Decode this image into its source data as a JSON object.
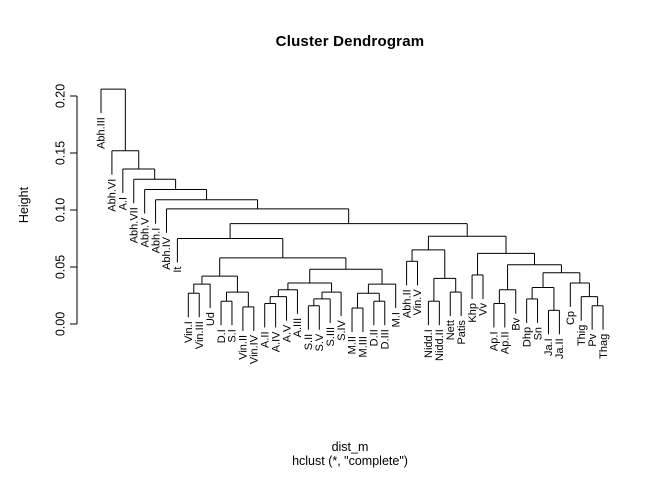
{
  "title": "Cluster Dendrogram",
  "x_axis_label": "dist_m",
  "x_axis_sublabel": "hclust (*, \"complete\")",
  "y_axis_label": "Height",
  "chart_data": {
    "type": "dendrogram",
    "title": "Cluster Dendrogram",
    "xlabel": "dist_m",
    "method_caption": "hclust (*, \"complete\")",
    "ylabel": "Height",
    "ylim": [
      0.0,
      0.21
    ],
    "y_ticks": [
      {
        "value": 0.0,
        "label": "0.00"
      },
      {
        "value": 0.05,
        "label": "0.05"
      },
      {
        "value": 0.1,
        "label": "0.10"
      },
      {
        "value": 0.15,
        "label": "0.15"
      },
      {
        "value": 0.2,
        "label": "0.20"
      }
    ],
    "grid": false,
    "line_color": "#000000",
    "leaves": [
      "Abh.III",
      "Abh.VI",
      "A.I",
      "Abh.VII",
      "Abh.V",
      "Abh.I",
      "Abh.IV",
      "It",
      "Vin.I",
      "Vin.III",
      "Ud",
      "D.I",
      "S.I",
      "Vin.II",
      "Vin.IV",
      "A.II",
      "A.IV",
      "A.V",
      "A.III",
      "S.II",
      "S.V",
      "S.III",
      "S.IV",
      "M.II",
      "M.III",
      "D.II",
      "D.III",
      "M.I",
      "Abh.II",
      "Vin.V",
      "Nidd.I",
      "Nidd.II",
      "Nett",
      "Patis",
      "Khp",
      "Vv",
      "Ap.I",
      "Ap.II",
      "Bv",
      "Dhp",
      "Sn",
      "Ja.I",
      "Ja.II",
      "Cp",
      "Thig",
      "Pv",
      "Thag"
    ],
    "tree": {
      "h": 0.206,
      "c": [
        "Abh.III",
        {
          "h": 0.152,
          "c": [
            "Abh.VI",
            {
              "h": 0.136,
              "c": [
                "A.I",
                {
                  "h": 0.127,
                  "c": [
                    "Abh.VII",
                    {
                      "h": 0.118,
                      "c": [
                        "Abh.V",
                        {
                          "h": 0.109,
                          "c": [
                            "Abh.I",
                            {
                              "h": 0.101,
                              "c": [
                                "Abh.IV",
                                {
                                  "h": 0.088,
                                  "c": [
                                    {
                                      "h": 0.075,
                                      "c": [
                                        "It",
                                        {
                                          "h": 0.058,
                                          "c": [
                                            {
                                              "h": 0.042,
                                              "c": [
                                                {
                                                  "h": 0.035,
                                                  "c": [
                                                    {
                                                      "h": 0.027,
                                                      "c": [
                                                        "Vin.I",
                                                        "Vin.III"
                                                      ]
                                                    },
                                                    "Ud"
                                                  ]
                                                },
                                                {
                                                  "h": 0.028,
                                                  "c": [
                                                    {
                                                      "h": 0.02,
                                                      "c": [
                                                        "D.I",
                                                        "S.I"
                                                      ]
                                                    },
                                                    {
                                                      "h": 0.015,
                                                      "c": [
                                                        "Vin.II",
                                                        "Vin.IV"
                                                      ]
                                                    }
                                                  ]
                                                }
                                              ]
                                            },
                                            {
                                              "h": 0.048,
                                              "c": [
                                                {
                                                  "h": 0.036,
                                                  "c": [
                                                    {
                                                      "h": 0.03,
                                                      "c": [
                                                        {
                                                          "h": 0.024,
                                                          "c": [
                                                            {
                                                              "h": 0.018,
                                                              "c": [
                                                                "A.II",
                                                                "A.IV"
                                                              ]
                                                            },
                                                            "A.V"
                                                          ]
                                                        },
                                                        "A.III"
                                                      ]
                                                    },
                                                    {
                                                      "h": 0.028,
                                                      "c": [
                                                        {
                                                          "h": 0.022,
                                                          "c": [
                                                            {
                                                              "h": 0.016,
                                                              "c": [
                                                                "S.II",
                                                                "S.V"
                                                              ]
                                                            },
                                                            "S.III"
                                                          ]
                                                        },
                                                        "S.IV"
                                                      ]
                                                    }
                                                  ]
                                                },
                                                {
                                                  "h": 0.035,
                                                  "c": [
                                                    {
                                                      "h": 0.027,
                                                      "c": [
                                                        {
                                                          "h": 0.014,
                                                          "c": [
                                                            "M.II",
                                                            "M.III"
                                                          ]
                                                        },
                                                        {
                                                          "h": 0.02,
                                                          "c": [
                                                            "D.II",
                                                            "D.III"
                                                          ]
                                                        }
                                                      ]
                                                    },
                                                    "M.I"
                                                  ]
                                                }
                                              ]
                                            }
                                          ]
                                        }
                                      ]
                                    },
                                    {
                                      "h": 0.077,
                                      "c": [
                                        {
                                          "h": 0.065,
                                          "c": [
                                            {
                                              "h": 0.055,
                                              "c": [
                                                "Abh.II",
                                                "Vin.V"
                                              ]
                                            },
                                            {
                                              "h": 0.04,
                                              "c": [
                                                {
                                                  "h": 0.02,
                                                  "c": [
                                                    "Nidd.I",
                                                    "Nidd.II"
                                                  ]
                                                },
                                                {
                                                  "h": 0.028,
                                                  "c": [
                                                    "Nett",
                                                    "Patis"
                                                  ]
                                                }
                                              ]
                                            }
                                          ]
                                        },
                                        {
                                          "h": 0.062,
                                          "c": [
                                            {
                                              "h": 0.043,
                                              "c": [
                                                "Khp",
                                                "Vv"
                                              ]
                                            },
                                            {
                                              "h": 0.052,
                                              "c": [
                                                {
                                                  "h": 0.03,
                                                  "c": [
                                                    {
                                                      "h": 0.018,
                                                      "c": [
                                                        "Ap.I",
                                                        "Ap.II"
                                                      ]
                                                    },
                                                    "Bv"
                                                  ]
                                                },
                                                {
                                                  "h": 0.045,
                                                  "c": [
                                                    {
                                                      "h": 0.032,
                                                      "c": [
                                                        {
                                                          "h": 0.022,
                                                          "c": [
                                                            "Dhp",
                                                            "Sn"
                                                          ]
                                                        },
                                                        {
                                                          "h": 0.012,
                                                          "c": [
                                                            "Ja.I",
                                                            "Ja.II"
                                                          ]
                                                        }
                                                      ]
                                                    },
                                                    {
                                                      "h": 0.036,
                                                      "c": [
                                                        "Cp",
                                                        {
                                                          "h": 0.024,
                                                          "c": [
                                                            "Thig",
                                                            {
                                                              "h": 0.016,
                                                              "c": [
                                                                "Pv",
                                                                "Thag"
                                                              ]
                                                            }
                                                          ]
                                                        }
                                                      ]
                                                    }
                                                  ]
                                                }
                                              ]
                                            }
                                          ]
                                        }
                                      ]
                                    }
                                  ]
                                }
                              ]
                            }
                          ]
                        }
                      ]
                    }
                  ]
                }
              ]
            }
          ]
        }
      ]
    }
  }
}
